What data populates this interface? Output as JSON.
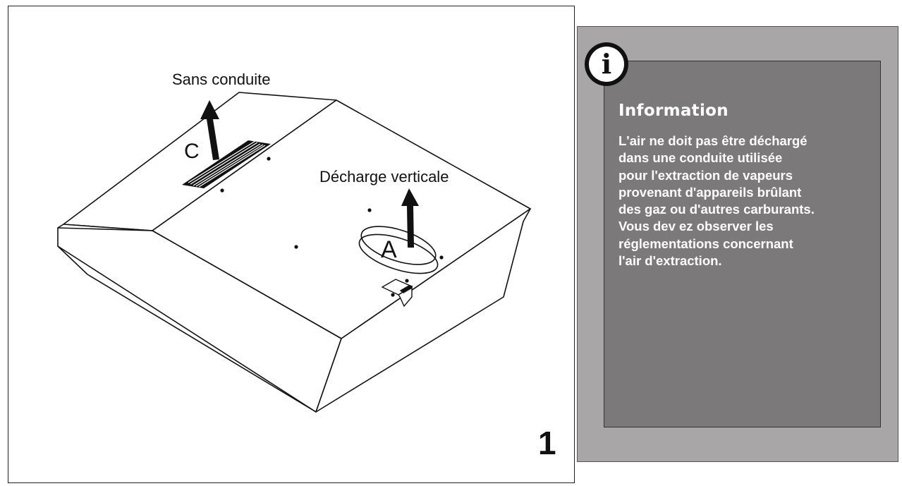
{
  "figure": {
    "label_without_duct": "Sans conduite",
    "label_vertical_discharge": "Décharge verticale",
    "letter_c": "C",
    "letter_a": "A",
    "figure_number": "1"
  },
  "info": {
    "icon": "info-icon",
    "icon_glyph": "i",
    "title": "Information",
    "body_lines": [
      "L'air ne doit pas être déchargé",
      "dans une conduite utilisée",
      "pour l'extraction de vapeurs",
      "provenant d'appareils brûlant",
      "des gaz ou d'autres carburants.",
      "Vous dev ez observer les",
      "réglementations concernant",
      "l'air d'extraction."
    ]
  },
  "colors": {
    "outer_panel": "#a8a6a7",
    "inner_panel": "#7b7979",
    "text_on_panel": "#ffffff"
  }
}
